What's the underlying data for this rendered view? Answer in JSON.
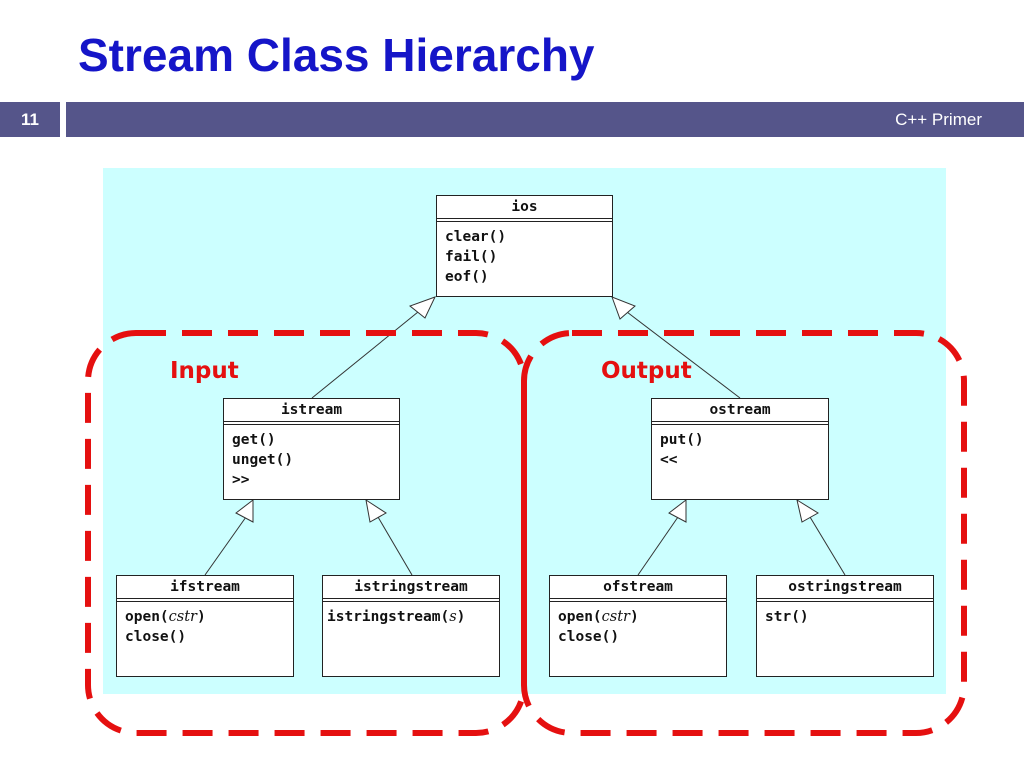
{
  "slide": {
    "title": "Stream Class Hierarchy",
    "number": "11",
    "subtitle": "C++ Primer"
  },
  "groups": {
    "input_label": "Input",
    "output_label": "Output"
  },
  "classes": {
    "ios": {
      "name": "ios",
      "methods": [
        "clear()",
        "fail()",
        "eof()"
      ]
    },
    "istream": {
      "name": "istream",
      "methods": [
        "get()",
        "unget()",
        ">>"
      ]
    },
    "ostream": {
      "name": "ostream",
      "methods": [
        "put()",
        "<<"
      ]
    },
    "ifstream": {
      "name": "ifstream",
      "open_fn": "open(",
      "open_arg": "cstr",
      "open_close": ")",
      "close_fn": "close()"
    },
    "istringstream": {
      "name": "istringstream",
      "ctor_fn": "istringstream(",
      "ctor_arg": "s",
      "ctor_close": ")"
    },
    "ofstream": {
      "name": "ofstream",
      "open_fn": "open(",
      "open_arg": "cstr",
      "open_close": ")",
      "close_fn": "close()"
    },
    "ostringstream": {
      "name": "ostringstream",
      "methods": [
        "str()"
      ]
    }
  },
  "colors": {
    "title": "#1515c8",
    "header_bar": "#55558a",
    "panel": "#ccffff",
    "group_outline": "#e51010"
  }
}
